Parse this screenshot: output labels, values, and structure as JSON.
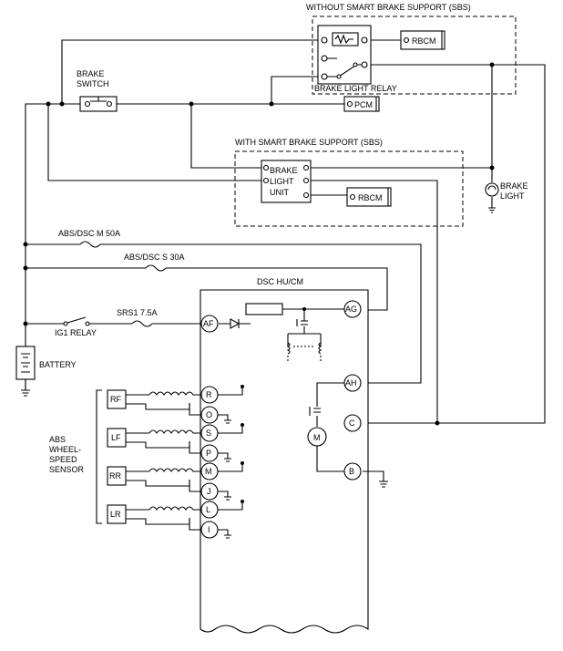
{
  "labels": {
    "sbs_without": "WITHOUT SMART BRAKE SUPPORT (SBS)",
    "sbs_with": "WITH SMART BRAKE SUPPORT (SBS)",
    "brake_light_relay": "BRAKE LIGHT RELAY",
    "rbcm_top": "RBCM",
    "rbcm_mid": "RBCM",
    "pcm": "PCM",
    "brake_switch_1": "BRAKE",
    "brake_switch_2": "SWITCH",
    "blu_1": "BRAKE",
    "blu_2": "LIGHT",
    "blu_3": "UNIT",
    "brake_light_1": "BRAKE",
    "brake_light_2": "LIGHT",
    "fuse_m": "ABS/DSC M 50A",
    "fuse_s": "ABS/DSC S 30A",
    "fuse_srs": "SRS1 7.5A",
    "ig1_relay": "IG1 RELAY",
    "battery": "BATTERY",
    "dsc": "DSC HU/CM",
    "motor": "M",
    "sensors_group": [
      "ABS",
      "WHEEL-",
      "SPEED",
      "SENSOR"
    ],
    "sensors": [
      "RF",
      "LF",
      "RR",
      "LR"
    ]
  },
  "terminals": {
    "AF": "AF",
    "AG": "AG",
    "AH": "AH",
    "C": "C",
    "B": "B",
    "R": "R",
    "O": "O",
    "S": "S",
    "P": "P",
    "M": "M",
    "J": "J",
    "L": "L",
    "I": "I"
  }
}
